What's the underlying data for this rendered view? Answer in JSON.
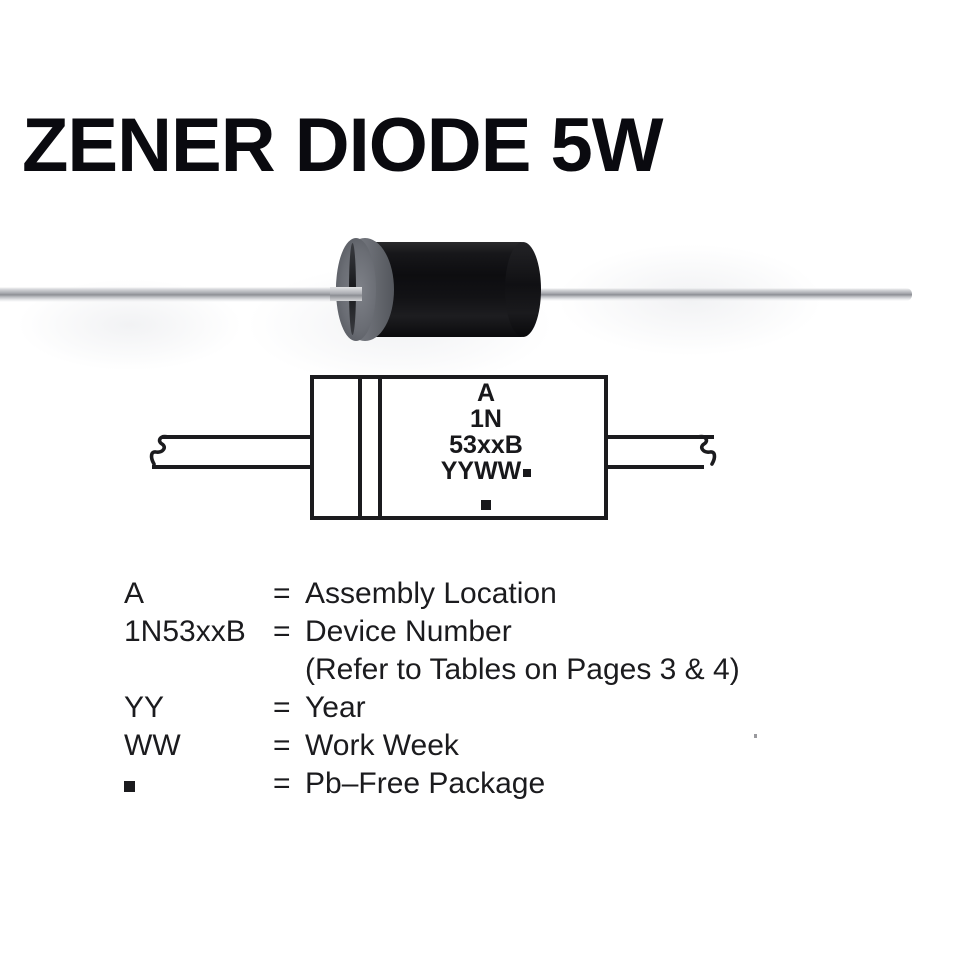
{
  "title": "ZENER DIODE 5W",
  "photo": {
    "alt_name": "axial-lead-zener-diode-photo",
    "body_color": "#111114",
    "band_color": "#6d7077",
    "lead_color": "#a9abb0"
  },
  "package_drawing": {
    "name": "package-marking-diagram",
    "marking_lines": [
      "A",
      "1N",
      "53xxB",
      "YYWW"
    ],
    "pb_free_dot": "▪"
  },
  "legend": {
    "rows": [
      {
        "symbol": "A",
        "equals": "=",
        "description": "Assembly Location"
      },
      {
        "symbol": "1N53xxB",
        "equals": "=",
        "description": "Device Number"
      },
      {
        "symbol": "",
        "equals": "",
        "description": "(Refer to Tables on Pages 3 & 4)"
      },
      {
        "symbol": "YY",
        "equals": "=",
        "description": "Year"
      },
      {
        "symbol": "WW",
        "equals": "=",
        "description": "Work Week"
      },
      {
        "symbol": "▪",
        "equals": "=",
        "description": "Pb–Free Package"
      }
    ]
  },
  "colors": {
    "ink": "#1b1b1e",
    "background": "#ffffff"
  }
}
